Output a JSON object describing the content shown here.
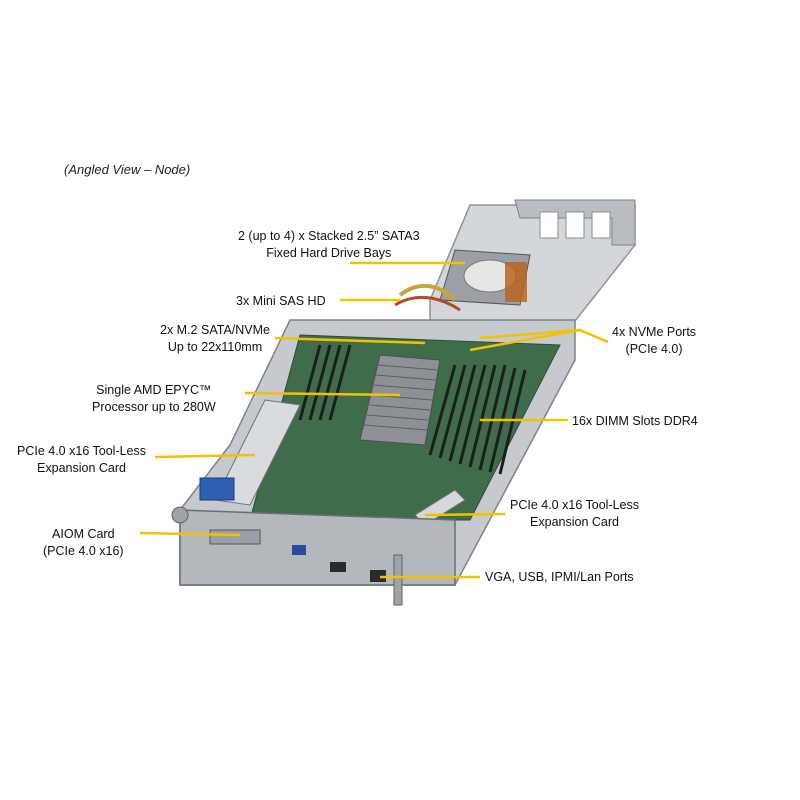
{
  "view_caption": "(Angled View – Node)",
  "callouts": {
    "drive_bays": [
      "2 (up to 4) x Stacked 2.5” SATA3",
      "Fixed Hard Drive Bays"
    ],
    "mini_sas": [
      "3x Mini SAS HD"
    ],
    "m2": [
      "2x M.2 SATA/NVMe",
      "Up to 22x110mm"
    ],
    "cpu": [
      "Single AMD EPYC™",
      "Processor up to 280W"
    ],
    "pcie_left": [
      "PCIe 4.0 x16 Tool-Less",
      "Expansion Card"
    ],
    "aiom": [
      "AIOM Card",
      "(PCIe 4.0 x16)"
    ],
    "nvme": [
      "4x NVMe Ports",
      "(PCIe 4.0)"
    ],
    "dimm": [
      "16x DIMM Slots DDR4"
    ],
    "pcie_right": [
      "PCIe 4.0 x16 Tool-Less",
      "Expansion Card"
    ],
    "io_ports": [
      "VGA, USB, IPMI/Lan Ports"
    ]
  },
  "colors": {
    "leader": "#f2c200",
    "pcb": "#3d6b4a",
    "chassis": "#c9ccd0",
    "accent_blue": "#2f5fb0"
  }
}
